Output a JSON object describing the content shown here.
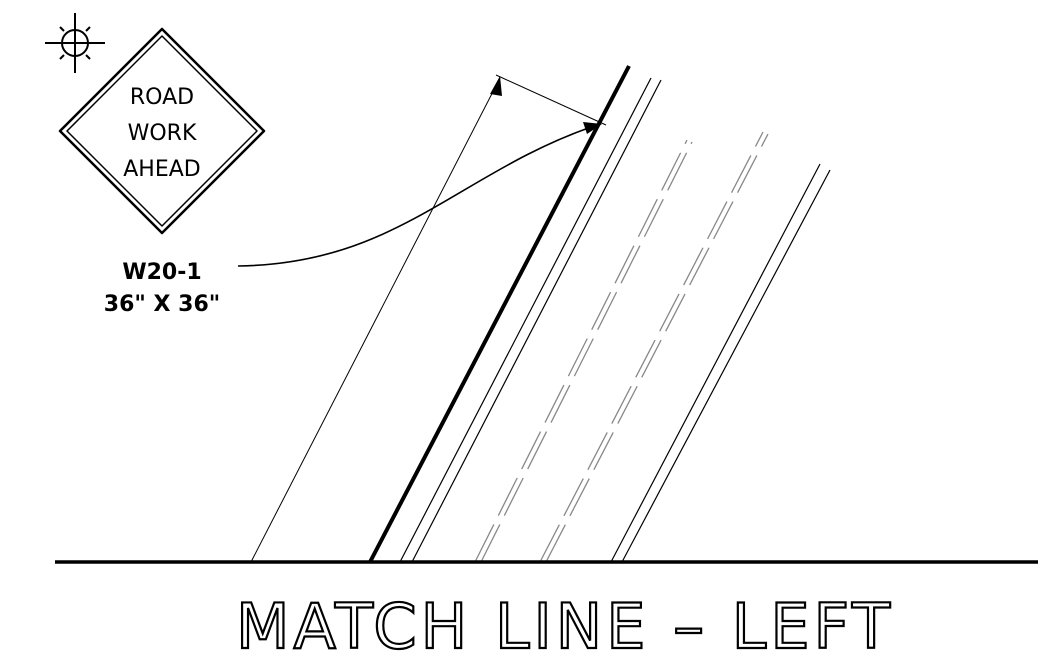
{
  "sign": {
    "lines": [
      "ROAD",
      "WORK",
      "AHEAD"
    ],
    "code": "W20-1",
    "size": "36\" X 36\"",
    "flasher_icon": "flashing-light-icon"
  },
  "match_line": {
    "label": "MATCH  LINE  –  LEFT"
  },
  "colors": {
    "ink": "#000000",
    "dash": "#888888",
    "background": "#ffffff"
  }
}
